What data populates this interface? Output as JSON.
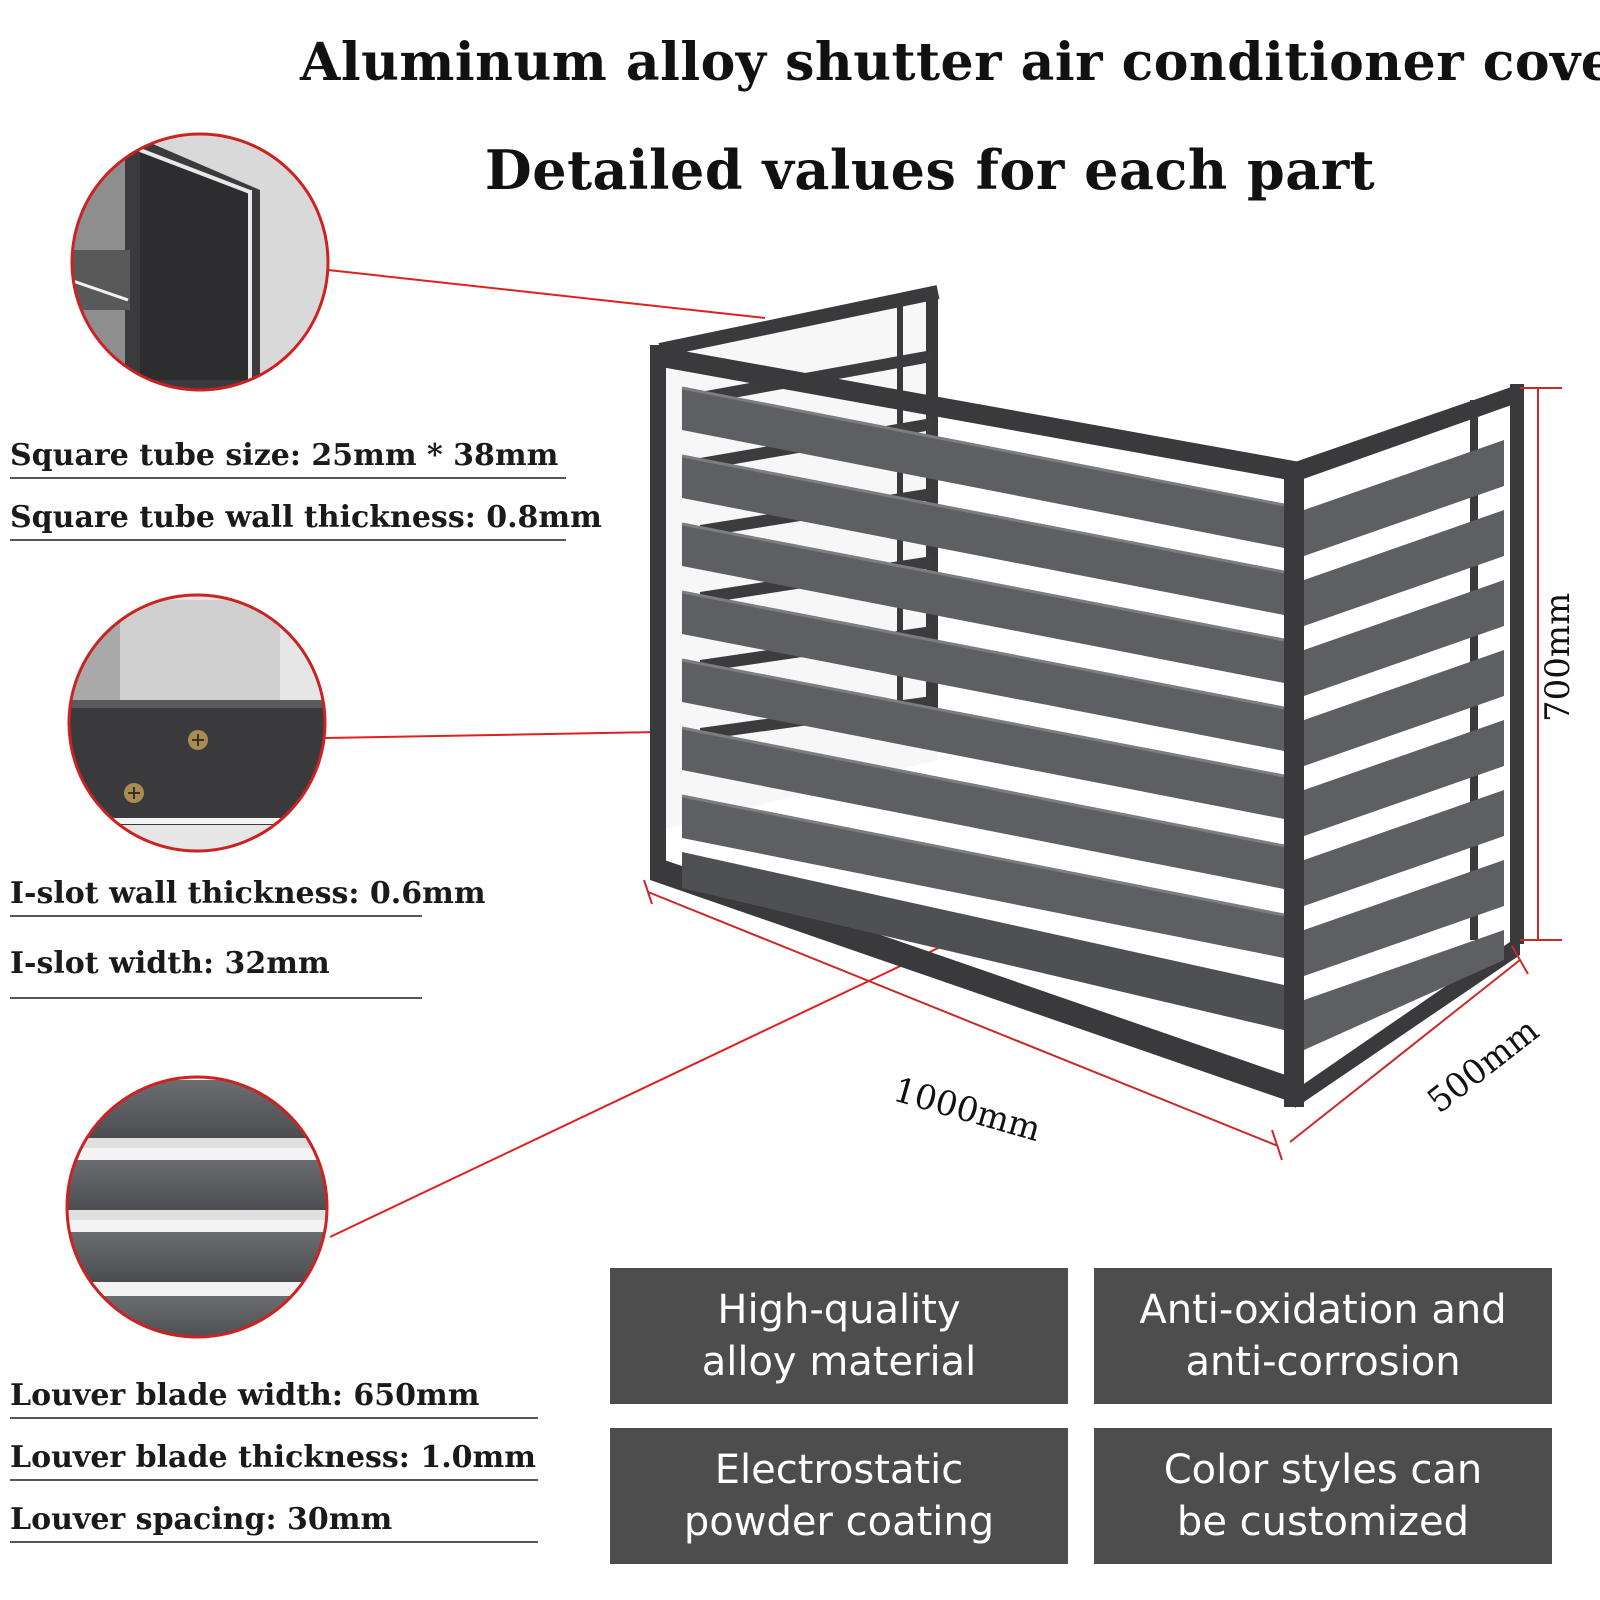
{
  "title": "Aluminum alloy shutter air conditioner cover",
  "subtitle": "Detailed values for each part",
  "specs": {
    "square_tube_size": "Square tube size: 25mm * 38mm",
    "square_tube_wall": "Square tube wall thickness: 0.8mm",
    "islot_wall": "I-slot wall thickness: 0.6mm",
    "islot_width": "I-slot width: 32mm",
    "louver_width": "Louver blade width: 650mm",
    "louver_thickness": "Louver blade thickness: 1.0mm",
    "louver_spacing": "Louver spacing: 30mm"
  },
  "dimensions": {
    "height": "700mm",
    "length": "1000mm",
    "depth": "500mm"
  },
  "features": {
    "f1": "High-quality\nalloy material",
    "f2": "Anti-oxidation and\nanti-corrosion",
    "f3": "Electrostatic\npowder coating",
    "f4": "Color styles can\nbe customized"
  },
  "colors": {
    "frame": "#3a3a3d",
    "louver": "#5e5f62",
    "badge": "#4d4d4d",
    "callout_line": "#e02020"
  }
}
